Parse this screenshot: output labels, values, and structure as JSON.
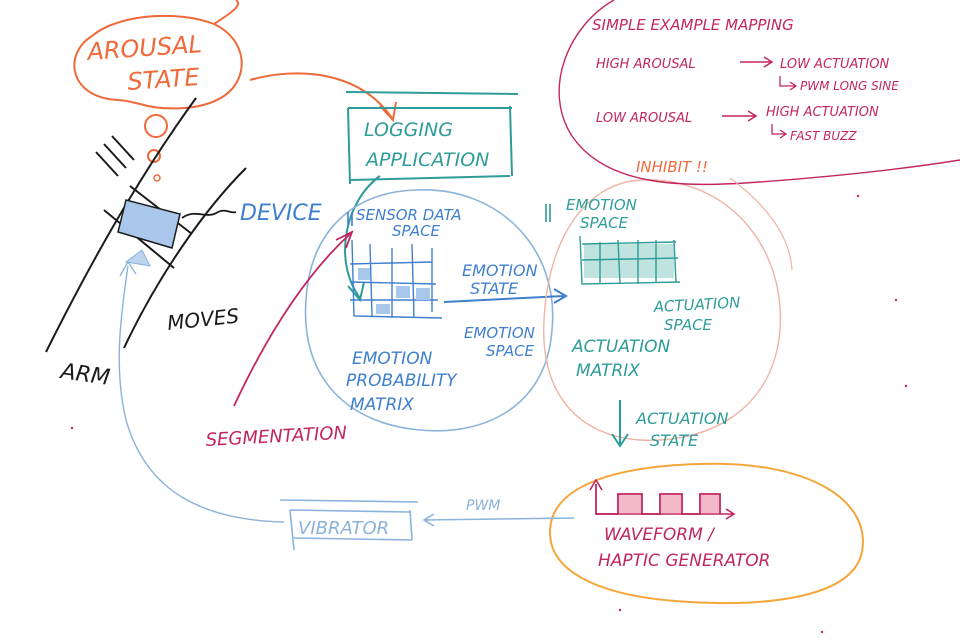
{
  "colors": {
    "orange": "#ef6a3a",
    "teal": "#2e9c99",
    "blue": "#3f7fd0",
    "lightblue": "#8ab3dc",
    "magenta": "#c2265f",
    "black": "#1b1b1b",
    "peach": "#f0b3a3",
    "gold": "#f5a63b"
  },
  "labels": {
    "arousal_state": [
      "AROUSAL",
      "STATE"
    ],
    "logging_application": [
      "LOGGING",
      "APPLICATION"
    ],
    "device": "DEVICE",
    "arm": "ARM",
    "moves": "MOVES",
    "sensor_data_space": [
      "SENSOR DATA",
      "SPACE"
    ],
    "emotion_state_arrow": [
      "EMOTION",
      "STATE"
    ],
    "emotion_space_left": [
      "EMOTION",
      "SPACE"
    ],
    "emotion_probability_matrix": [
      "EMOTION",
      "PROBABILITY",
      "MATRIX"
    ],
    "emotion_space_right": [
      "EMOTION",
      "SPACE"
    ],
    "actuation_space": [
      "ACTUATION",
      "SPACE"
    ],
    "actuation_matrix": [
      "ACTUATION",
      "MATRIX"
    ],
    "actuation_state": [
      "ACTUATION",
      "STATE"
    ],
    "segmentation": "SEGMENTATION",
    "inhibit": "INHIBIT !!",
    "vibrator": "VIBRATOR",
    "pwm": "PWM",
    "waveform_generator": [
      "WAVEFORM /",
      "HAPTIC GENERATOR"
    ]
  },
  "mapping": {
    "title": "SIMPLE EXAMPLE MAPPING",
    "row1_left": "HIGH AROUSAL",
    "row1_right": "LOW ACTUATION",
    "row1_sub": "PWM LONG SINE",
    "row2_left": "LOW AROUSAL",
    "row2_right": "HIGH ACTUATION",
    "row2_sub": "FAST BUZZ"
  }
}
